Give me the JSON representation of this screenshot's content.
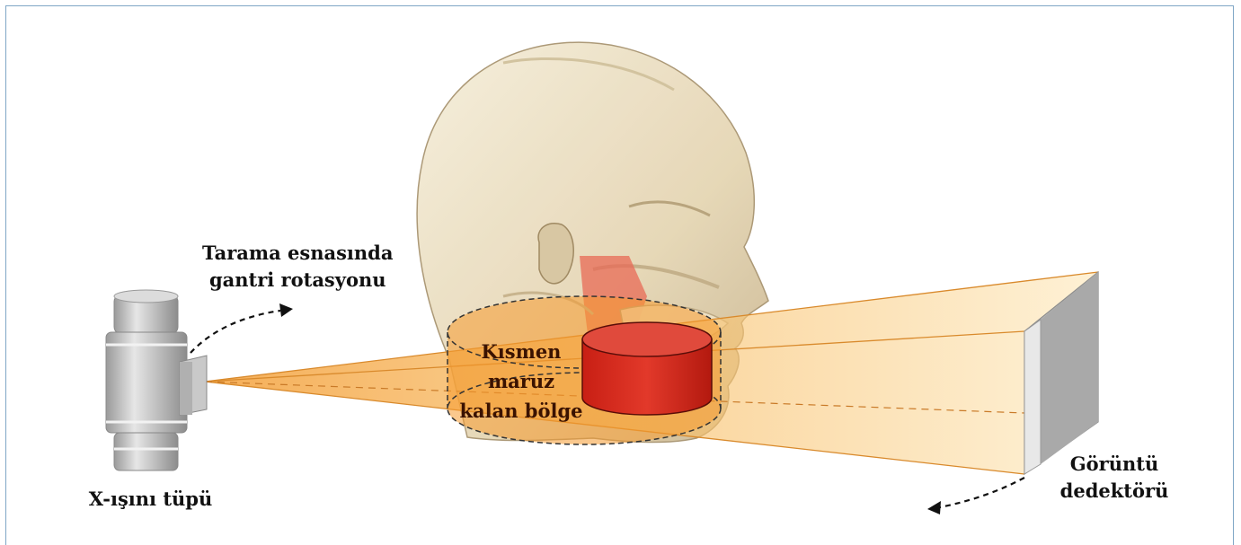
{
  "labels": {
    "gantry_line1": "Tarama esnasında",
    "gantry_line2": "gantri rotasyonu",
    "region_line1": "Kısmen",
    "region_line2": "maruz",
    "region_line3": "kalan bölge",
    "detector_line1": "Görüntü",
    "detector_line2": "dedektörü",
    "tube": "X-ışını tüpü"
  },
  "icons": [
    "x-ray-tube-icon",
    "image-detector-icon",
    "head-skull-icon",
    "rotation-arrow-icon",
    "exposed-region-cylinder-icon"
  ],
  "colors": {
    "border": "#7fa6c6",
    "beam": "#f7b54d",
    "skull": "#ece0c4",
    "cylinder": "#d7281a",
    "tube_gray": "#bdbdbd",
    "detector_gray": "#b5b5b5"
  }
}
